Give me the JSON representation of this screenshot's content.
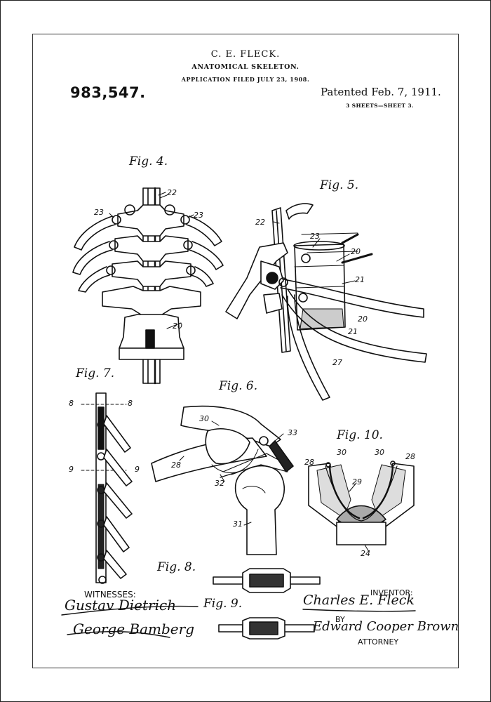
{
  "header": {
    "inventor_name": "C. E. FLECK.",
    "title": "ANATOMICAL SKELETON.",
    "filed": "APPLICATION FILED JULY 23, 1908.",
    "patent_number": "983,547.",
    "patented": "Patented Feb. 7, 1911.",
    "sheets": "3 SHEETS—SHEET 3."
  },
  "figures": {
    "fig4": "Fig. 4.",
    "fig5": "Fig. 5.",
    "fig6": "Fig. 6.",
    "fig7": "Fig. 7.",
    "fig8": "Fig. 8.",
    "fig9": "Fig. 9.",
    "fig10": "Fig. 10."
  },
  "refs": {
    "r22a": "22",
    "r23a": "23",
    "r23b": "23",
    "r20a": "20",
    "r22b": "22",
    "r23c": "23",
    "r20b": "20",
    "r21a": "21",
    "r20c": "20",
    "r21b": "21",
    "r27": "27",
    "r30a": "30",
    "r33": "33",
    "r28a": "28",
    "r32": "32",
    "r31": "31",
    "r8a": "8",
    "r8b": "8",
    "r9a": "9",
    "r9b": "9",
    "r30b": "30",
    "r30c": "30",
    "r28b": "28",
    "r28c": "28",
    "r29": "29",
    "r24": "24"
  },
  "footer": {
    "witnesses_label": "WITNESSES:",
    "witness1": "Gustav Dietrich",
    "witness2": "George Bamberg",
    "inventor_label": "INVENTOR:",
    "inventor_signature": "Charles E. Fleck",
    "by": "BY",
    "attorney_signature": "Edward Cooper Brown",
    "attorney_label": "ATTORNEY"
  }
}
